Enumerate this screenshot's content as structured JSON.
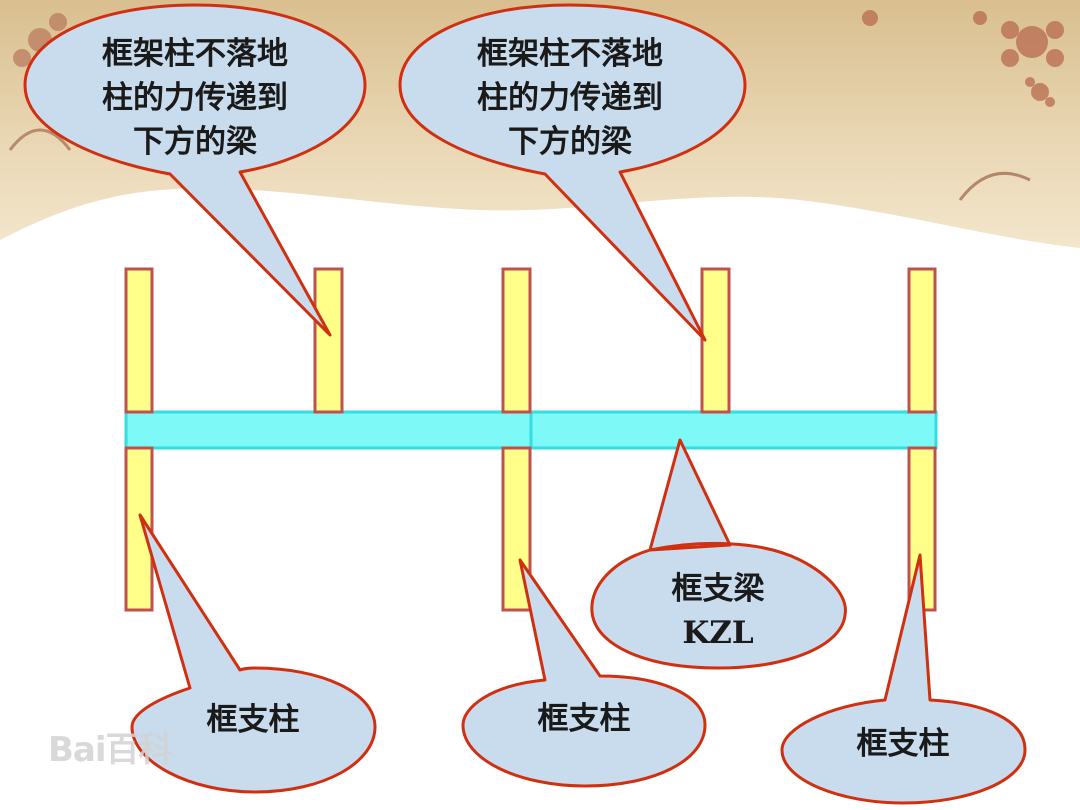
{
  "colors": {
    "banner": "#e7d3ad",
    "column_fill": "#ffff8a",
    "column_stroke": "#c0504d",
    "beam_fill": "#7df9f7",
    "beam_stroke": "#35dce0",
    "bubble_fill": "#c9dcee",
    "bubble_stroke": "#d03010"
  },
  "callouts": {
    "top_left": {
      "lines": [
        "框架柱不落地",
        "柱的力传递到",
        "下方的梁"
      ]
    },
    "top_right": {
      "lines": [
        "框架柱不落地",
        "柱的力传递到",
        "下方的梁"
      ]
    },
    "beam": {
      "lines": [
        "框支梁",
        "KZL"
      ]
    },
    "col_left": {
      "lines": [
        "框支柱"
      ]
    },
    "col_mid": {
      "lines": [
        "框支柱"
      ]
    },
    "col_right": {
      "lines": [
        "框支柱"
      ]
    }
  },
  "watermark": {
    "text": "Bai百科"
  }
}
